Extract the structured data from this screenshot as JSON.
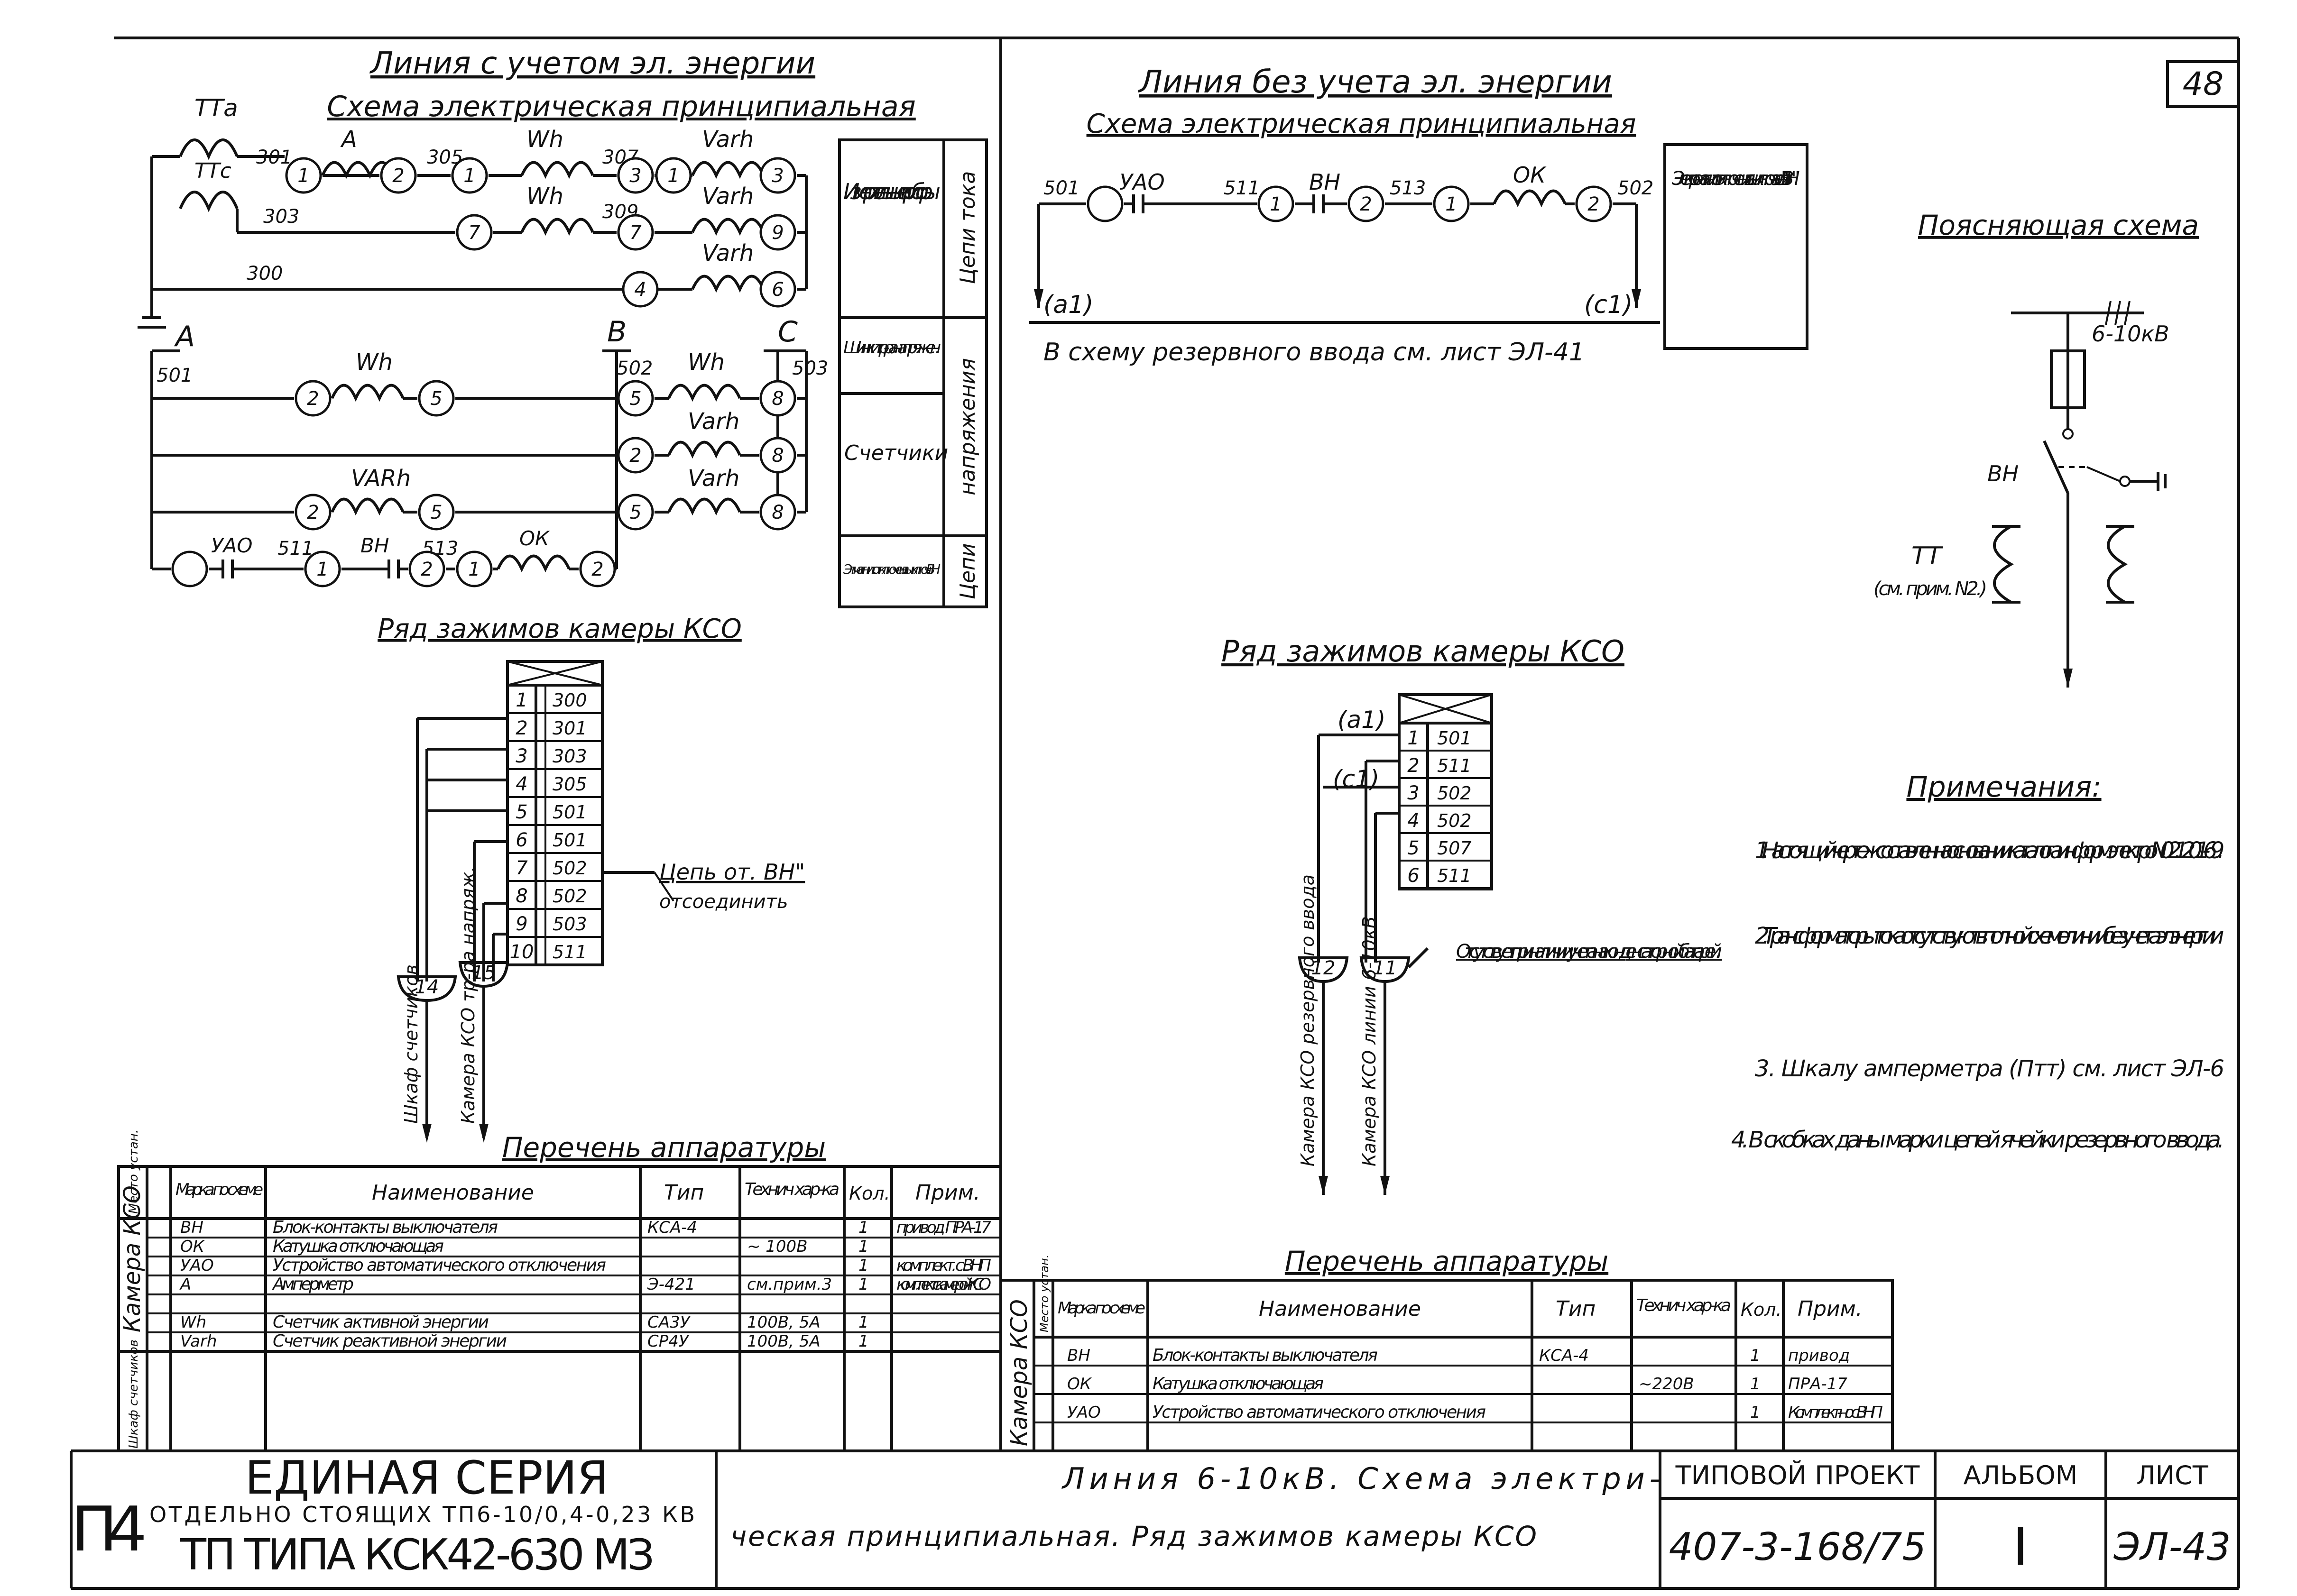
{
  "sheet_number": "48",
  "left": {
    "title": "Линия с учетом эл. энергии",
    "subtitle": "Схема электрическая принципиальная",
    "ct_labels": [
      "ТТа",
      "ТТс"
    ],
    "wire_labels": [
      "301",
      "303",
      "300",
      "305",
      "307",
      "309",
      "501",
      "502",
      "503",
      "511",
      "513"
    ],
    "bus_labels": [
      "A",
      "B",
      "C"
    ],
    "device_labels": [
      "A",
      "Wh",
      "Varh",
      "Wh",
      "Varh",
      "Varh",
      "Wh",
      "Wh",
      "Varh",
      "VARh",
      "Varh",
      "УАО",
      "ВН",
      "ОК"
    ],
    "node_numbers": [
      "1",
      "2",
      "1",
      "3",
      "1",
      "3",
      "7",
      "7",
      "9",
      "4",
      "6",
      "2",
      "5",
      "5",
      "8",
      "2",
      "8",
      "2",
      "5",
      "5",
      "8",
      "1",
      "2",
      "1",
      "2"
    ],
    "side_table": [
      {
        "left": "Измери-тельные приборы",
        "right": "Цепи тока"
      },
      {
        "left": "Шинки тр-ра напряжен.",
        "right": "напряжения"
      },
      {
        "left": "Счетчики",
        "right": ""
      },
      {
        "left": "Эл магнит. отключен. выключ. ВН",
        "right": "Цепи"
      }
    ],
    "terminal_title": "Ряд зажимов камеры КСО",
    "terminals": [
      {
        "n": "1",
        "w": "300"
      },
      {
        "n": "2",
        "w": "301"
      },
      {
        "n": "3",
        "w": "303"
      },
      {
        "n": "4",
        "w": "305"
      },
      {
        "n": "5",
        "w": "501"
      },
      {
        "n": "6",
        "w": "501"
      },
      {
        "n": "7",
        "w": "502"
      },
      {
        "n": "8",
        "w": "502"
      },
      {
        "n": "9",
        "w": "503"
      },
      {
        "n": "10",
        "w": "511"
      }
    ],
    "note_label_1": "Цепь от. ВН\"",
    "note_label_2": "отсоединить",
    "cables": [
      {
        "n": "14",
        "dest": "Шкаф счетчиков"
      },
      {
        "n": "15",
        "dest": "Камера КСО тр-ра напряж."
      }
    ],
    "equipment_title": "Перечень аппаратуры",
    "equipment_headers": [
      "Место устан.",
      "Марка по схеме",
      "Наименование",
      "Тип",
      "Технич хар-ка",
      "Кол.",
      "Прим."
    ],
    "equipment_groups": [
      "Камера КСО",
      "Шкаф счетчиков"
    ],
    "equipment": [
      [
        "ВН",
        "Блок-контакты выключателя",
        "КСА-4",
        "",
        "1",
        "привод ПРА-17"
      ],
      [
        "ОК",
        "Катушка отключающая",
        "",
        "~ 100В",
        "1",
        ""
      ],
      [
        "УАО",
        "Устройство автоматического отключения",
        "",
        "",
        "1",
        "комплект. с ВНП"
      ],
      [
        "А",
        "Амперметр",
        "Э-421",
        "см.прим.3",
        "1",
        "комплект с камерой КСО"
      ],
      [
        "",
        "",
        "",
        "",
        "",
        ""
      ],
      [
        "Wh",
        "Счетчик активной энергии",
        "СА3У",
        "100В, 5А",
        "1",
        ""
      ],
      [
        "Varh",
        "Счетчик реактивной энергии",
        "СР4У",
        "100В, 5А",
        "1",
        ""
      ]
    ]
  },
  "right": {
    "title": "Линия без учета эл. энергии",
    "subtitle": "Схема электрическая принципиальная",
    "wire_labels": [
      "501",
      "511",
      "513",
      "502"
    ],
    "device_labels": [
      "УАО",
      "ВН",
      "ОК"
    ],
    "node_numbers": [
      "1",
      "2",
      "1",
      "2"
    ],
    "ends": [
      "(а1)",
      "(с1)"
    ],
    "reference": "В схему резервного ввода см. лист ЭЛ-41",
    "box_text": "Электро-магнит отключения выключа-теля \"ВН\"",
    "terminal_title": "Ряд зажимов камеры КСО",
    "terminals": [
      {
        "n": "1",
        "w": "501"
      },
      {
        "n": "2",
        "w": "511"
      },
      {
        "n": "3",
        "w": "502"
      },
      {
        "n": "4",
        "w": "502"
      },
      {
        "n": "5",
        "w": "507"
      },
      {
        "n": "6",
        "w": "511"
      }
    ],
    "term_ends": [
      "(а1)",
      "(с1)"
    ],
    "absent_note": "Отсутствует при наличии учета на конденсаторной батарей.",
    "cables": [
      {
        "n": "12",
        "dest": "Камера КСО резервного ввода"
      },
      {
        "n": "11",
        "dest": "Камера КСО линии 6-10кВ"
      }
    ],
    "explain_title": "Поясняющая схема",
    "explain_voltage": "6-10кВ",
    "explain_switch": "ВН",
    "explain_tt": "ТТ",
    "explain_tt_note": "(см. прим. N2.)",
    "notes_title": "Примечания:",
    "notes": [
      "1. Настоящий чертеж состав-лен на основании каталога информэлектро N 02.12.01-69.",
      "2. Трансформаторы тока отсутствуют в полной схеме линии без учета эл. энергии.",
      "3. Шкалу амперметра (Птт) см. лист ЭЛ-6",
      "4. В скобках даны марки цепей ячейки резервного ввода."
    ],
    "equipment_title": "Перечень аппаратуры",
    "equipment_headers": [
      "Место устан.",
      "Марка по схеме",
      "Наименование",
      "Тип",
      "Технич хар-ка",
      "Кол.",
      "Прим."
    ],
    "equipment_group": "Камера КСО",
    "equipment": [
      [
        "ВН",
        "Блок-контакты выключателя",
        "КСА-4",
        "",
        "1",
        "привод"
      ],
      [
        "ОК",
        "Катушка отключающая",
        "",
        "~220В",
        "1",
        "ПРА-17"
      ],
      [
        "УАО",
        "Устройство автоматического отключения",
        "",
        "",
        "1",
        "Комплект-но с ВНП"
      ]
    ]
  },
  "title_block": {
    "code": "П4",
    "series": "ЕДИНАЯ СЕРИЯ",
    "series_sub": "ОТДЕЛЬНО СТОЯЩИХ ТП6-10/0,4-0,23 КВ",
    "tp_type": "ТП ТИПА КСК42-630 МЗ",
    "drawing_title_1": "Линия 6-10кВ. Схема электри-",
    "drawing_title_2": "ческая принципиальная. Ряд зажимов камеры КСО",
    "project_label": "ТИПОВОЙ ПРОЕКТ",
    "project_number": "407-3-168/75",
    "album_label": "АЛЬБОМ",
    "album": "I",
    "sheet_label": "ЛИСТ",
    "sheet": "ЭЛ-43"
  }
}
